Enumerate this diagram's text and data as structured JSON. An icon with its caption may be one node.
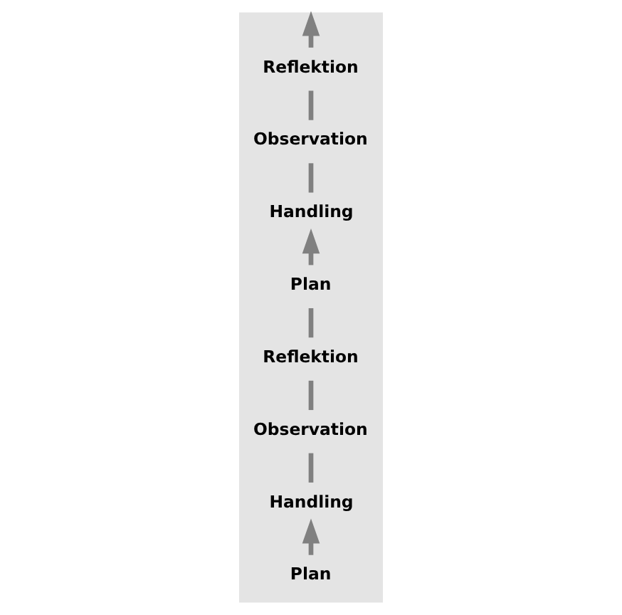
{
  "diagram": {
    "nodes": [
      {
        "text": [
          "Plan"
        ]
      },
      {
        "text": [
          "Handling"
        ]
      },
      {
        "text": [
          "Observation"
        ]
      },
      {
        "text": [
          "Reflektion"
        ]
      },
      {
        "text": [
          "Plan"
        ]
      },
      {
        "text": [
          "Handling"
        ]
      },
      {
        "text": [
          "Observation"
        ]
      },
      {
        "text": [
          "Reflektion"
        ]
      }
    ],
    "edges": [
      {
        "from": 0,
        "to": 1,
        "arrow": "to"
      },
      {
        "from": 1,
        "to": 2,
        "arrow": "none"
      },
      {
        "from": 2,
        "to": 3,
        "arrow": "none"
      },
      {
        "from": 3,
        "to": 4,
        "arrow": "none"
      },
      {
        "from": 4,
        "to": 5,
        "arrow": "to"
      },
      {
        "from": 5,
        "to": 6,
        "arrow": "none"
      },
      {
        "from": 6,
        "to": 7,
        "arrow": "none"
      },
      {
        "from": 7,
        "to": null,
        "arrow": "to"
      }
    ]
  }
}
